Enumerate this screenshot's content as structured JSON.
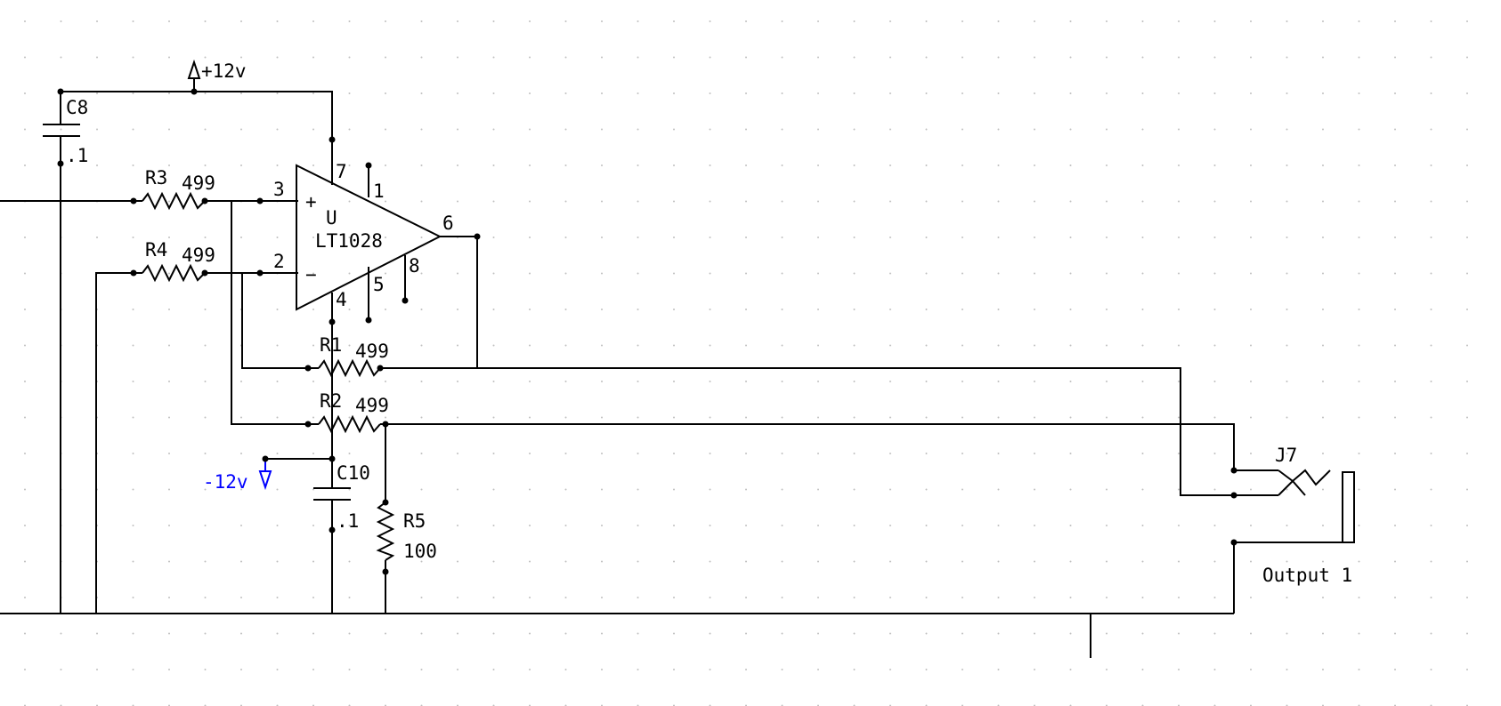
{
  "colors": {
    "wire": "#000000",
    "negative_supply": "#0000ff",
    "grid_dot": "#c0c0c0"
  },
  "power": {
    "positive": "+12v",
    "negative": "-12v"
  },
  "opamp": {
    "designator": "U",
    "part": "LT1028",
    "pins": {
      "p3": "3",
      "p2": "2",
      "p7": "7",
      "p4": "4",
      "p1": "1",
      "p5": "5",
      "p8": "8",
      "p6": "6"
    },
    "plus_sign": "+",
    "minus_sign": "−"
  },
  "components": {
    "c8": {
      "ref": "C8",
      "value": ".1"
    },
    "c10": {
      "ref": "C10",
      "value": ".1"
    },
    "r1": {
      "ref": "R1",
      "value": "499"
    },
    "r2": {
      "ref": "R2",
      "value": "499"
    },
    "r3": {
      "ref": "R3",
      "value": "499"
    },
    "r4": {
      "ref": "R4",
      "value": "499"
    },
    "r5": {
      "ref": "R5",
      "value": "100"
    },
    "j7": {
      "ref": "J7",
      "label": "Output 1"
    }
  }
}
